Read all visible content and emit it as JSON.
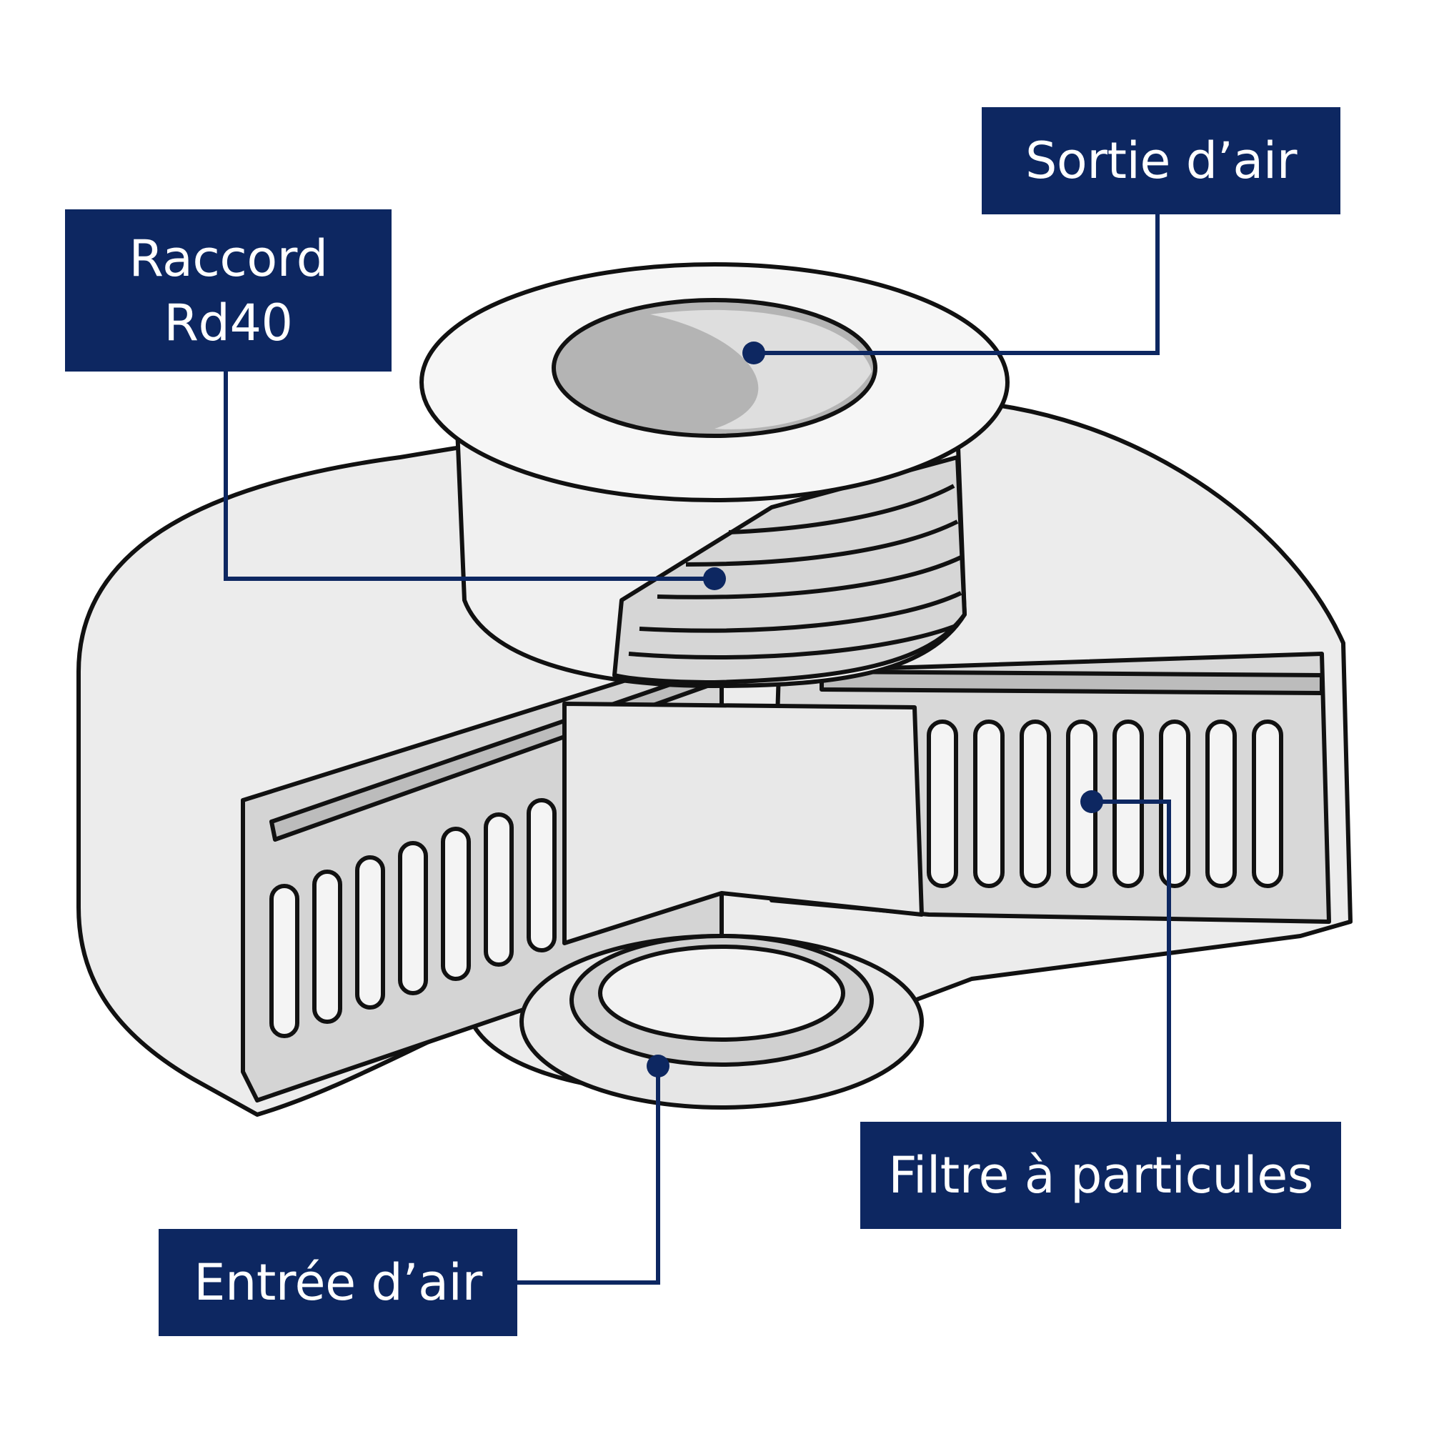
{
  "labels": {
    "sortie": "Sortie d’air",
    "raccord_line1": "Raccord",
    "raccord_line2": "Rd40",
    "filtre": "Filtre à particules",
    "entree": "Entrée d’air"
  },
  "colors": {
    "label_bg": "#0d2761",
    "label_text": "#ffffff",
    "leader": "#0d2761",
    "body_fill": "#ececec",
    "shadow_fill": "#c8c8c8",
    "outline": "#111111"
  }
}
